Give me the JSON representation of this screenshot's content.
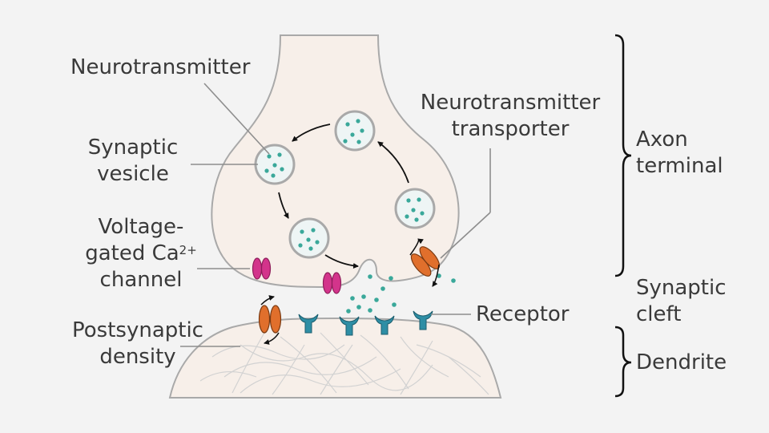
{
  "labels": {
    "neurotransmitter": "Neurotransmitter",
    "synaptic_vesicle": [
      "Synaptic",
      "vesicle"
    ],
    "voltage_gated": {
      "line1": "Voltage-",
      "line2": "gated Ca",
      "superscript": "2+",
      "line3": "channel"
    },
    "postsynaptic_density": [
      "Postsynaptic",
      "density"
    ],
    "transporter": [
      "Neurotransmitter",
      "transporter"
    ],
    "receptor": "Receptor",
    "axon_terminal": [
      "Axon",
      "terminal"
    ],
    "synaptic_cleft": [
      "Synaptic",
      "cleft"
    ],
    "dendrite": "Dendrite"
  },
  "colors": {
    "background": "#f3f3f3",
    "tissue_fill": "#f7efe9",
    "membrane": "#a9a9a9",
    "vesicle_fill": "#eef5f5",
    "neurotransmitter_dot": "#3aa89a",
    "calcium_channel": "#d3348b",
    "transporter": "#e06f2c",
    "receptor": "#2e8ea5",
    "label_text": "#3a3a3a",
    "arrow": "#111111"
  }
}
